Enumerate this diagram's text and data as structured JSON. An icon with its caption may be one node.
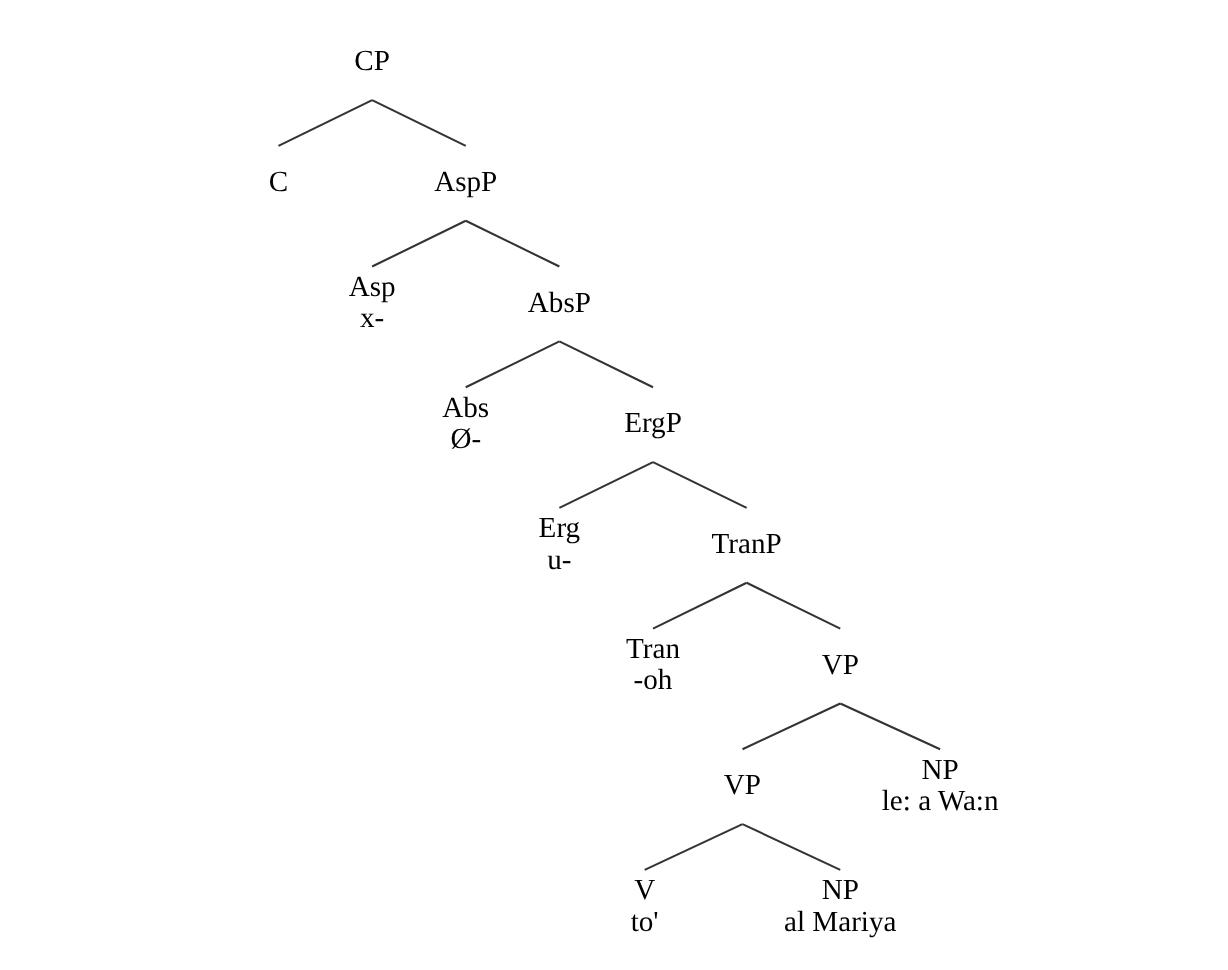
{
  "diagram": {
    "nodes": [
      {
        "text": [
          "CP"
        ]
      },
      {
        "text": [
          "C"
        ]
      },
      {
        "text": [
          "AspP"
        ]
      },
      {
        "text": [
          "Asp",
          "x-"
        ]
      },
      {
        "text": [
          "AbsP"
        ]
      },
      {
        "text": [
          "Abs",
          "Ø-"
        ]
      },
      {
        "text": [
          "ErgP"
        ]
      },
      {
        "text": [
          "Erg",
          "u-"
        ]
      },
      {
        "text": [
          "TranP"
        ]
      },
      {
        "text": [
          "Tran",
          "-oh"
        ]
      },
      {
        "text": [
          "VP"
        ]
      },
      {
        "text": [
          "VP"
        ]
      },
      {
        "text": [
          "NP",
          "le: a Wa:n"
        ]
      },
      {
        "text": [
          "V",
          "to'"
        ]
      },
      {
        "text": [
          "NP",
          "al Mariya"
        ]
      }
    ],
    "edges": [
      {
        "from": 0,
        "to": 1,
        "arrow": "none"
      },
      {
        "from": 0,
        "to": 2,
        "arrow": "none"
      },
      {
        "from": 2,
        "to": 3,
        "arrow": "none"
      },
      {
        "from": 2,
        "to": 4,
        "arrow": "none"
      },
      {
        "from": 4,
        "to": 5,
        "arrow": "none"
      },
      {
        "from": 4,
        "to": 6,
        "arrow": "none"
      },
      {
        "from": 6,
        "to": 7,
        "arrow": "none"
      },
      {
        "from": 6,
        "to": 8,
        "arrow": "none"
      },
      {
        "from": 8,
        "to": 9,
        "arrow": "none"
      },
      {
        "from": 8,
        "to": 10,
        "arrow": "none"
      },
      {
        "from": 10,
        "to": 11,
        "arrow": "none"
      },
      {
        "from": 10,
        "to": 12,
        "arrow": "none"
      },
      {
        "from": 11,
        "to": 13,
        "arrow": "none"
      },
      {
        "from": 11,
        "to": 14,
        "arrow": "none"
      }
    ]
  }
}
